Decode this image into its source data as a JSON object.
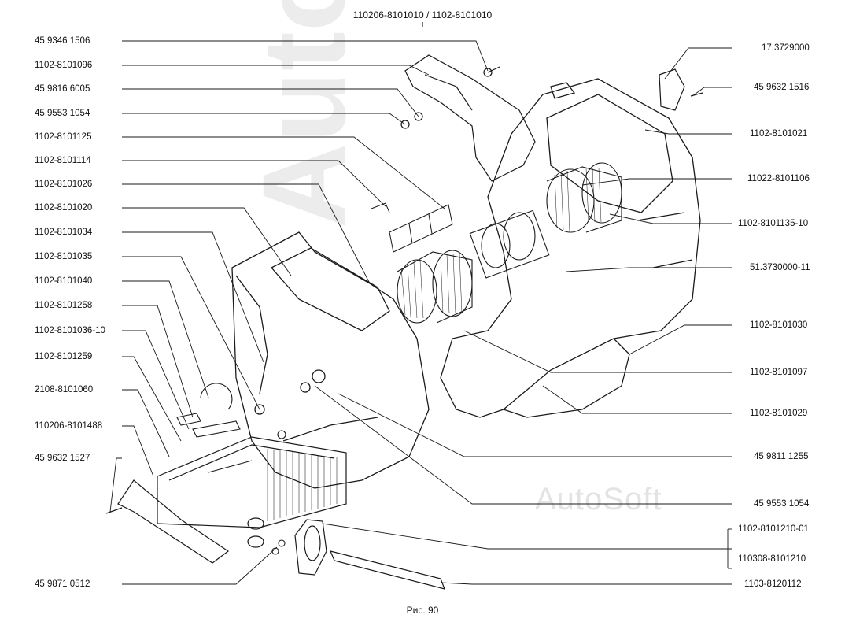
{
  "header": {
    "title": "110206-8101010 / 1102-8101010"
  },
  "caption": "Рис. 90",
  "watermark": "AutoSoft",
  "callouts_left": [
    "45 9346 1506",
    "1102-8101096",
    "45 9816 6005",
    "45 9553 1054",
    "1102-8101125",
    "1102-8101114",
    "1102-8101026",
    "1102-8101020",
    "1102-8101034",
    "1102-8101035",
    "1102-8101040",
    "1102-8101258",
    "1102-8101036-10",
    "1102-8101259",
    "2108-8101060",
    "110206-8101488",
    "45 9632 1527",
    "45 9871 0512"
  ],
  "callouts_right": [
    "17.3729000",
    "45 9632 1516",
    "1102-8101021",
    "11022-8101106",
    "1102-8101135-10",
    "51.3730000-11",
    "1102-8101030",
    "1102-8101097",
    "1102-8101029",
    "45 9811 1255",
    "45 9553 1054",
    "1102-8101210-01",
    "110308-8101210",
    "1103-8120112"
  ],
  "colors": {
    "line": "#1a1a1a",
    "watermark": "#e6e6e6"
  }
}
